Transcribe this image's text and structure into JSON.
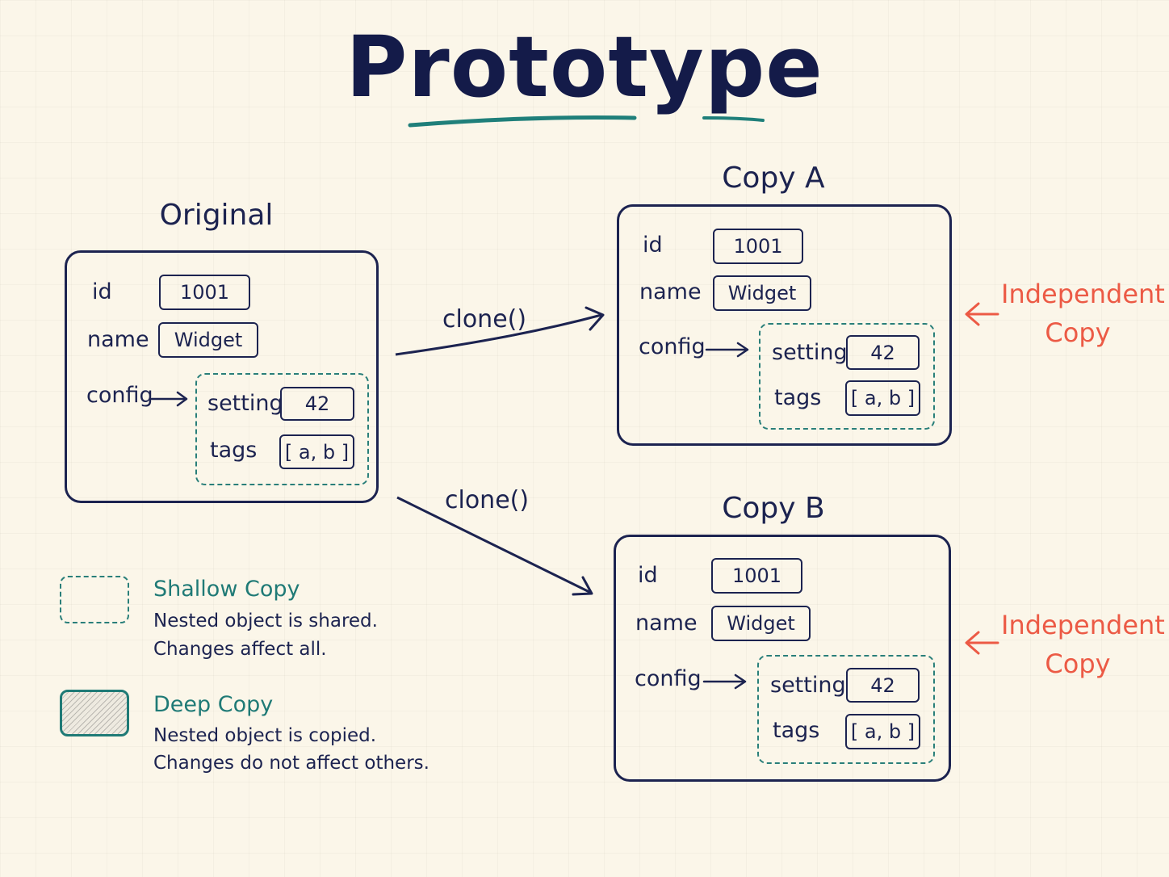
{
  "title": "Prototype",
  "original": {
    "title": "Original",
    "id_label": "id",
    "id_value": "1001",
    "name_label": "name",
    "name_value": "Widget",
    "config_label": "config",
    "setting_label": "setting",
    "setting_value": "42",
    "tags_label": "tags",
    "tags_value": "[ a, b ]"
  },
  "copy_a": {
    "title": "Copy A",
    "id_label": "id",
    "id_value": "1001",
    "name_label": "name",
    "name_value": "Widget",
    "config_label": "config",
    "setting_label": "setting",
    "setting_value": "42",
    "tags_label": "tags",
    "tags_value": "[ a, b ]",
    "note_line1": "Independent",
    "note_line2": "Copy"
  },
  "copy_b": {
    "title": "Copy B",
    "id_label": "id",
    "id_value": "1001",
    "name_label": "name",
    "name_value": "Widget",
    "config_label": "config",
    "setting_label": "setting",
    "setting_value": "42",
    "tags_label": "tags",
    "tags_value": "[ a, b ]",
    "note_line1": "Independent",
    "note_line2": "Copy"
  },
  "clone_labels": {
    "to_a": "clone()",
    "to_b": "clone()"
  },
  "legend": {
    "shallow": {
      "title": "Shallow Copy",
      "line1": "Nested object is shared.",
      "line2": "Changes affect all."
    },
    "deep": {
      "title": "Deep Copy",
      "line1": "Nested object is copied.",
      "line2": "Changes do not affect others."
    }
  },
  "colors": {
    "ink": "#1c2350",
    "teal": "#2a7f7a",
    "accent_red": "#ec5a45",
    "background": "#fbf6e9"
  },
  "icons": [
    "arrow-right-icon",
    "arrow-left-icon",
    "clone-arrow-icon"
  ]
}
